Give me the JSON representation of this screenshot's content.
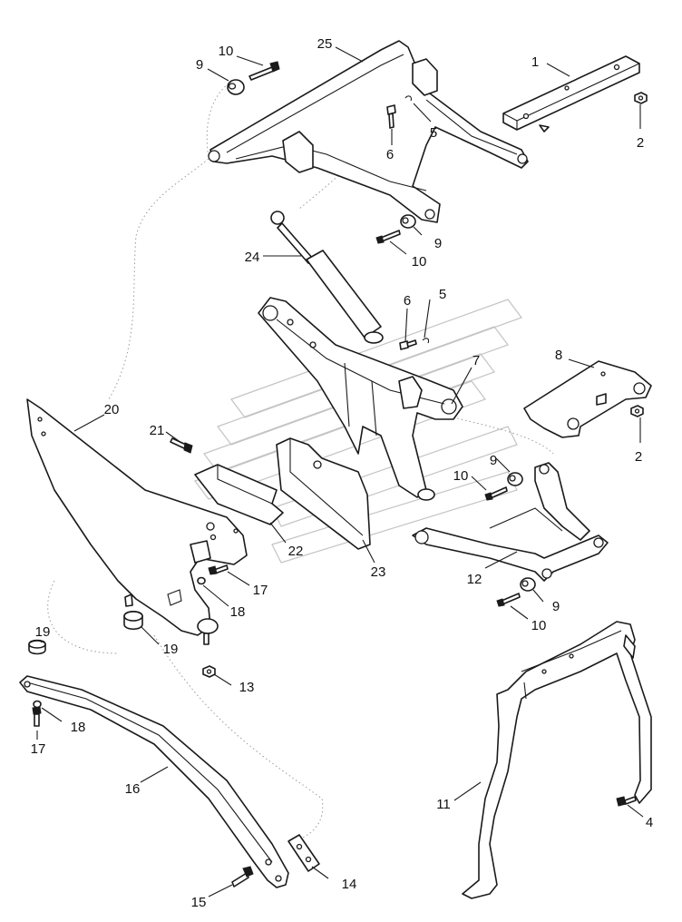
{
  "callouts": [
    {
      "id": "c-1",
      "label": "1"
    },
    {
      "id": "c-2a",
      "label": "2"
    },
    {
      "id": "c-2b",
      "label": "2"
    },
    {
      "id": "c-4",
      "label": "4"
    },
    {
      "id": "c-5a",
      "label": "5"
    },
    {
      "id": "c-5b",
      "label": "5"
    },
    {
      "id": "c-6a",
      "label": "6"
    },
    {
      "id": "c-6b",
      "label": "6"
    },
    {
      "id": "c-7",
      "label": "7"
    },
    {
      "id": "c-8",
      "label": "8"
    },
    {
      "id": "c-9a",
      "label": "9"
    },
    {
      "id": "c-9b",
      "label": "9"
    },
    {
      "id": "c-9c",
      "label": "9"
    },
    {
      "id": "c-9d",
      "label": "9"
    },
    {
      "id": "c-10a",
      "label": "10"
    },
    {
      "id": "c-10b",
      "label": "10"
    },
    {
      "id": "c-10c",
      "label": "10"
    },
    {
      "id": "c-10d",
      "label": "10"
    },
    {
      "id": "c-11",
      "label": "11"
    },
    {
      "id": "c-12",
      "label": "12"
    },
    {
      "id": "c-13",
      "label": "13"
    },
    {
      "id": "c-14",
      "label": "14"
    },
    {
      "id": "c-15",
      "label": "15"
    },
    {
      "id": "c-16",
      "label": "16"
    },
    {
      "id": "c-17a",
      "label": "17"
    },
    {
      "id": "c-17b",
      "label": "17"
    },
    {
      "id": "c-18a",
      "label": "18"
    },
    {
      "id": "c-18b",
      "label": "18"
    },
    {
      "id": "c-19a",
      "label": "19"
    },
    {
      "id": "c-19b",
      "label": "19"
    },
    {
      "id": "c-20",
      "label": "20"
    },
    {
      "id": "c-21",
      "label": "21"
    },
    {
      "id": "c-22",
      "label": "22"
    },
    {
      "id": "c-23",
      "label": "23"
    },
    {
      "id": "c-24",
      "label": "24"
    },
    {
      "id": "c-25",
      "label": "25"
    }
  ]
}
